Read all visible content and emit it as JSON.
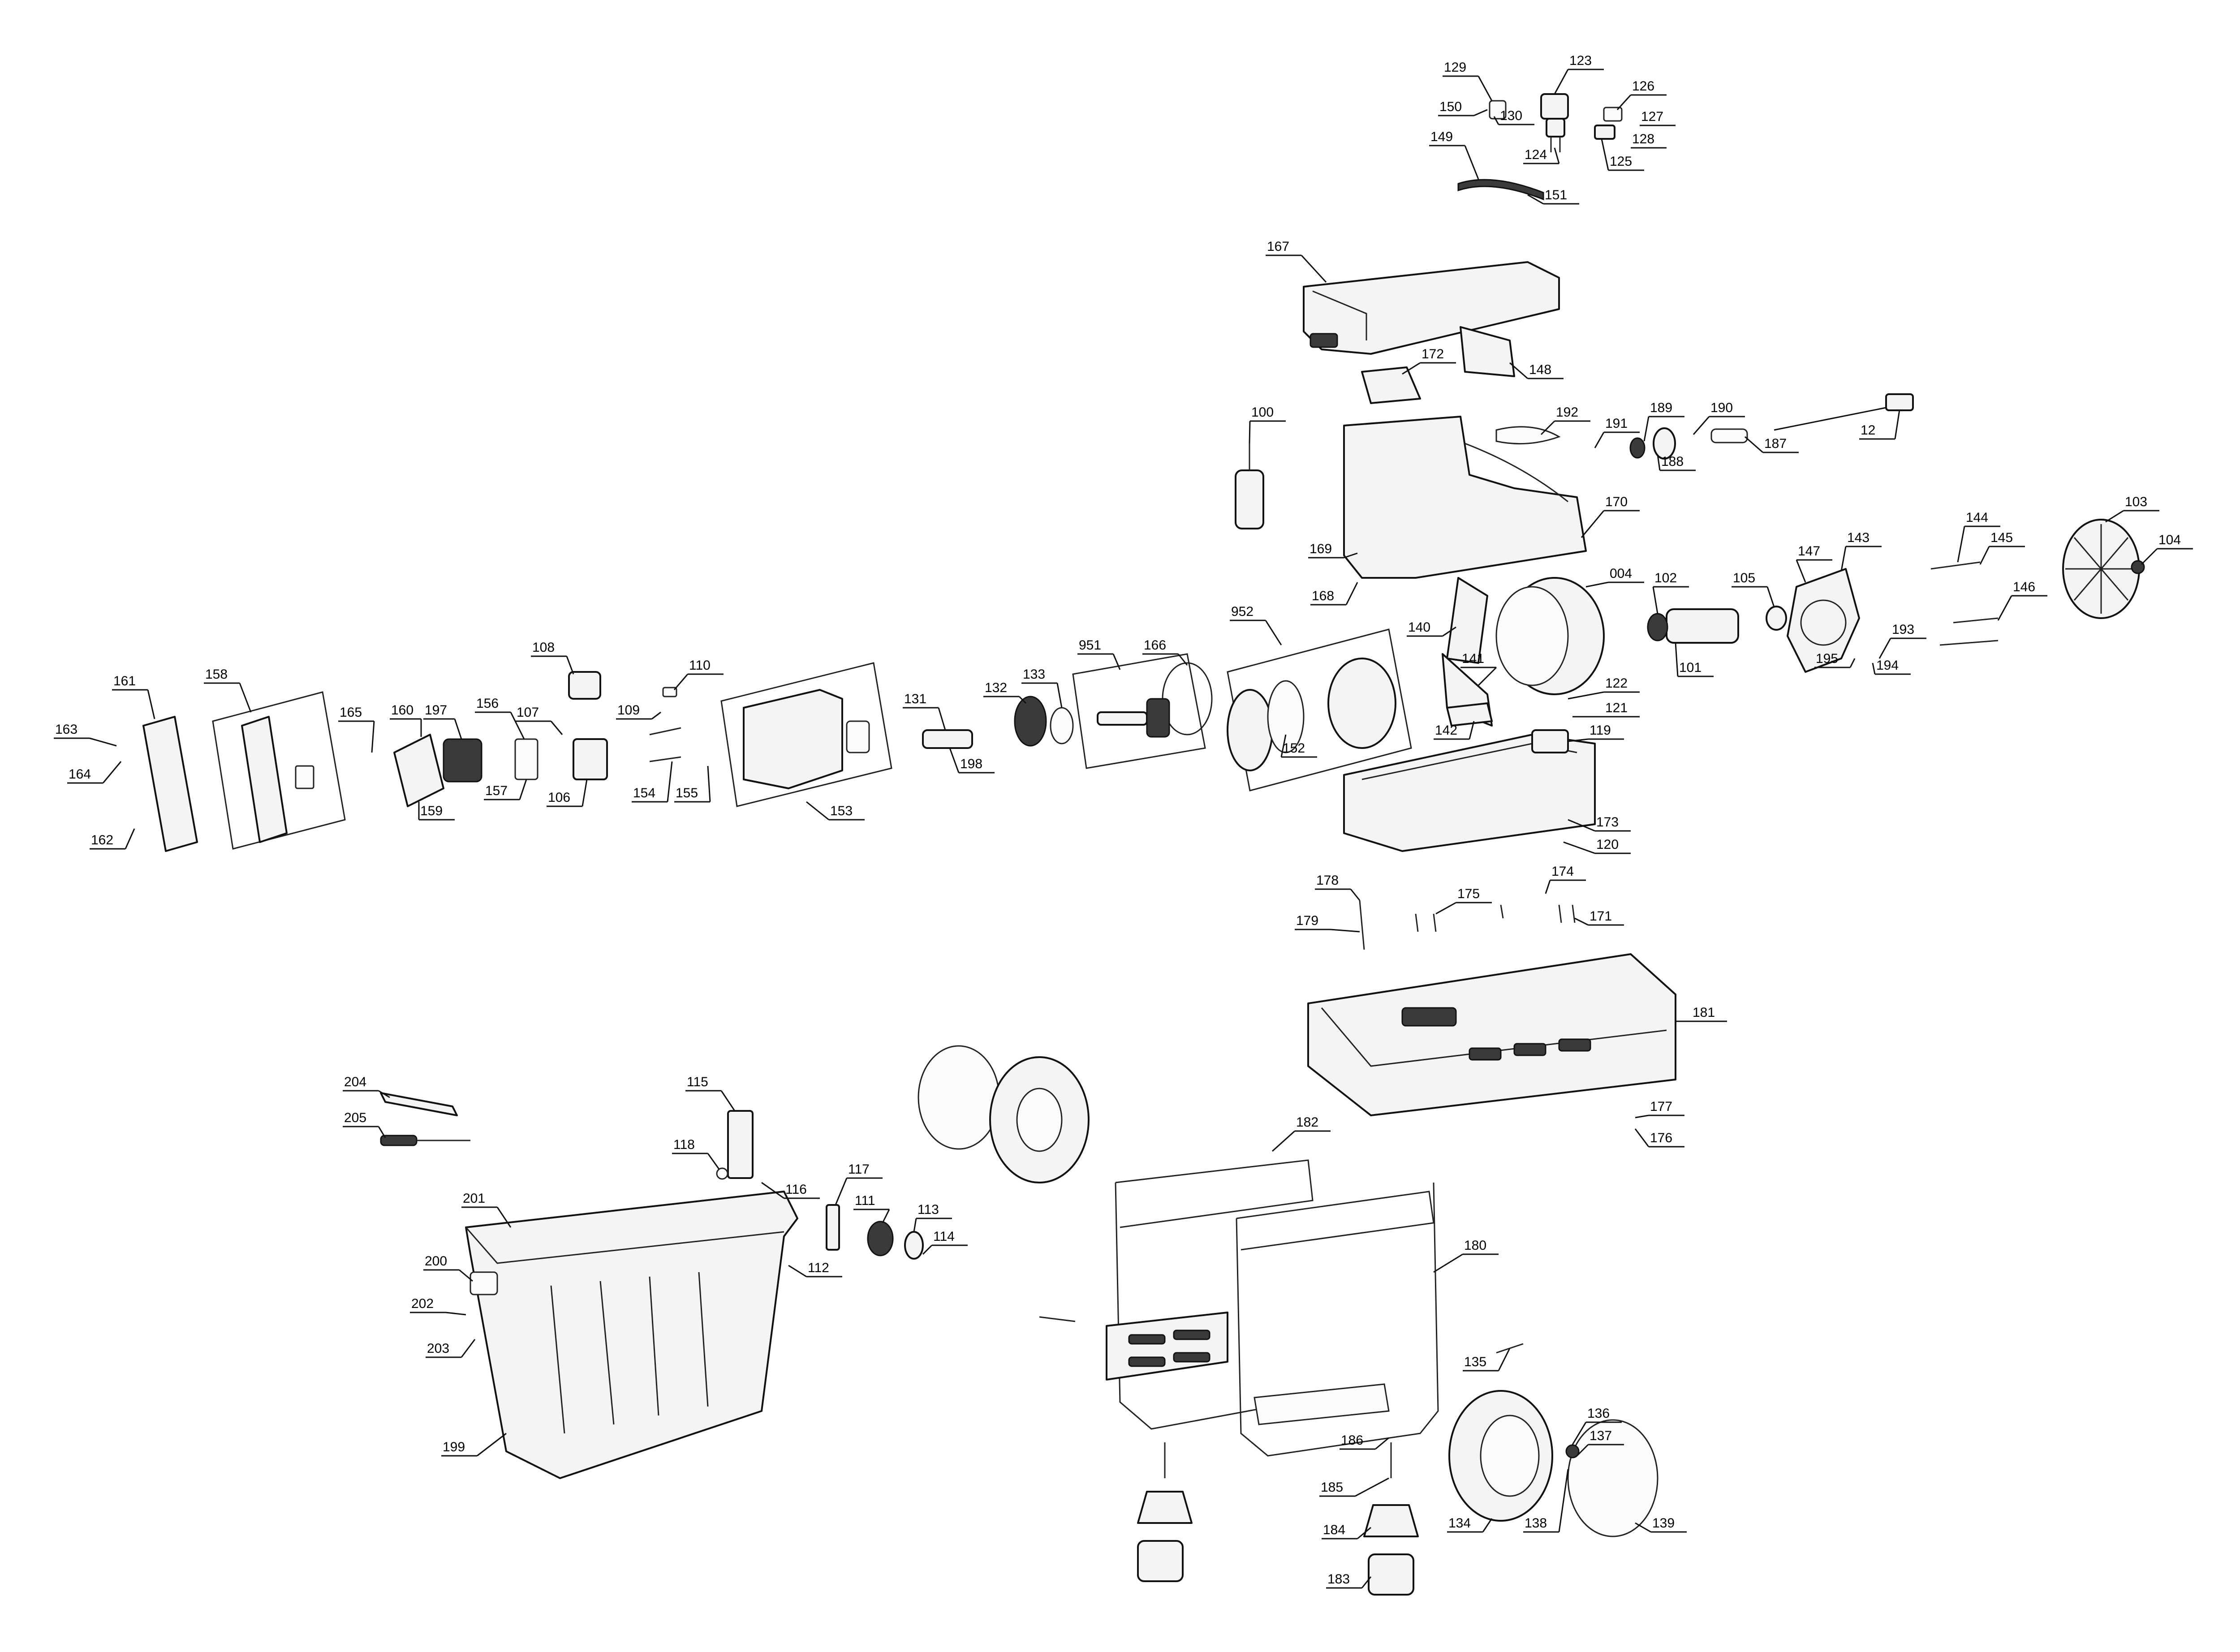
{
  "callouts": [
    {
      "id": "p129",
      "text": "129"
    },
    {
      "id": "p123",
      "text": "123"
    },
    {
      "id": "p150",
      "text": "150"
    },
    {
      "id": "p130",
      "text": "130"
    },
    {
      "id": "p126",
      "text": "126"
    },
    {
      "id": "p127",
      "text": "127"
    },
    {
      "id": "p128",
      "text": "128"
    },
    {
      "id": "p124",
      "text": "124"
    },
    {
      "id": "p125",
      "text": "125"
    },
    {
      "id": "p149",
      "text": "149"
    },
    {
      "id": "p151",
      "text": "151"
    },
    {
      "id": "p167",
      "text": "167"
    },
    {
      "id": "p172",
      "text": "172"
    },
    {
      "id": "p148",
      "text": "148"
    },
    {
      "id": "p100",
      "text": "100"
    },
    {
      "id": "p192",
      "text": "192"
    },
    {
      "id": "p191",
      "text": "191"
    },
    {
      "id": "p189",
      "text": "189"
    },
    {
      "id": "p190",
      "text": "190"
    },
    {
      "id": "p188",
      "text": "188"
    },
    {
      "id": "p187",
      "text": "187"
    },
    {
      "id": "p12",
      "text": "12"
    },
    {
      "id": "p170",
      "text": "170"
    },
    {
      "id": "p169",
      "text": "169"
    },
    {
      "id": "p168",
      "text": "168"
    },
    {
      "id": "p144",
      "text": "144"
    },
    {
      "id": "p145",
      "text": "145"
    },
    {
      "id": "p147",
      "text": "147"
    },
    {
      "id": "p143",
      "text": "143"
    },
    {
      "id": "p103",
      "text": "103"
    },
    {
      "id": "p104",
      "text": "104"
    },
    {
      "id": "p146",
      "text": "146"
    },
    {
      "id": "p193",
      "text": "193"
    },
    {
      "id": "p194",
      "text": "194"
    },
    {
      "id": "p195",
      "text": "195"
    },
    {
      "id": "p004",
      "text": "004"
    },
    {
      "id": "p102",
      "text": "102"
    },
    {
      "id": "p105",
      "text": "105"
    },
    {
      "id": "p101",
      "text": "101"
    },
    {
      "id": "p140",
      "text": "140"
    },
    {
      "id": "p141",
      "text": "141"
    },
    {
      "id": "p142",
      "text": "142"
    },
    {
      "id": "p122",
      "text": "122"
    },
    {
      "id": "p121",
      "text": "121"
    },
    {
      "id": "p119",
      "text": "119"
    },
    {
      "id": "p952",
      "text": "952"
    },
    {
      "id": "p951",
      "text": "951"
    },
    {
      "id": "p166",
      "text": "166"
    },
    {
      "id": "p152",
      "text": "152"
    },
    {
      "id": "p131",
      "text": "131"
    },
    {
      "id": "p132",
      "text": "132"
    },
    {
      "id": "p133",
      "text": "133"
    },
    {
      "id": "p198",
      "text": "198"
    },
    {
      "id": "p108",
      "text": "108"
    },
    {
      "id": "p110",
      "text": "110"
    },
    {
      "id": "p109",
      "text": "109"
    },
    {
      "id": "p154",
      "text": "154"
    },
    {
      "id": "p155",
      "text": "155"
    },
    {
      "id": "p107",
      "text": "107"
    },
    {
      "id": "p156",
      "text": "156"
    },
    {
      "id": "p106",
      "text": "106"
    },
    {
      "id": "p157",
      "text": "157"
    },
    {
      "id": "p160",
      "text": "160"
    },
    {
      "id": "p197",
      "text": "197"
    },
    {
      "id": "p159",
      "text": "159"
    },
    {
      "id": "p165",
      "text": "165"
    },
    {
      "id": "p153",
      "text": "153"
    },
    {
      "id": "p161",
      "text": "161"
    },
    {
      "id": "p158",
      "text": "158"
    },
    {
      "id": "p163",
      "text": "163"
    },
    {
      "id": "p164",
      "text": "164"
    },
    {
      "id": "p162",
      "text": "162"
    },
    {
      "id": "p173",
      "text": "173"
    },
    {
      "id": "p120",
      "text": "120"
    },
    {
      "id": "p178",
      "text": "178"
    },
    {
      "id": "p179",
      "text": "179"
    },
    {
      "id": "p175",
      "text": "175"
    },
    {
      "id": "p174",
      "text": "174"
    },
    {
      "id": "p171",
      "text": "171"
    },
    {
      "id": "p181",
      "text": "181"
    },
    {
      "id": "p177",
      "text": "177"
    },
    {
      "id": "p176",
      "text": "176"
    },
    {
      "id": "p204",
      "text": "204"
    },
    {
      "id": "p205",
      "text": "205"
    },
    {
      "id": "p115",
      "text": "115"
    },
    {
      "id": "p118",
      "text": "118"
    },
    {
      "id": "p116",
      "text": "116"
    },
    {
      "id": "p117",
      "text": "117"
    },
    {
      "id": "p111",
      "text": "111"
    },
    {
      "id": "p113",
      "text": "113"
    },
    {
      "id": "p114",
      "text": "114"
    },
    {
      "id": "p112",
      "text": "112"
    },
    {
      "id": "p201",
      "text": "201"
    },
    {
      "id": "p200",
      "text": "200"
    },
    {
      "id": "p202",
      "text": "202"
    },
    {
      "id": "p203",
      "text": "203"
    },
    {
      "id": "p199",
      "text": "199"
    },
    {
      "id": "p182",
      "text": "182"
    },
    {
      "id": "p180",
      "text": "180"
    },
    {
      "id": "p135",
      "text": "135"
    },
    {
      "id": "p186",
      "text": "186"
    },
    {
      "id": "p136",
      "text": "136"
    },
    {
      "id": "p137",
      "text": "137"
    },
    {
      "id": "p185",
      "text": "185"
    },
    {
      "id": "p134",
      "text": "134"
    },
    {
      "id": "p138",
      "text": "138"
    },
    {
      "id": "p139",
      "text": "139"
    },
    {
      "id": "p184",
      "text": "184"
    },
    {
      "id": "p183",
      "text": "183"
    }
  ]
}
